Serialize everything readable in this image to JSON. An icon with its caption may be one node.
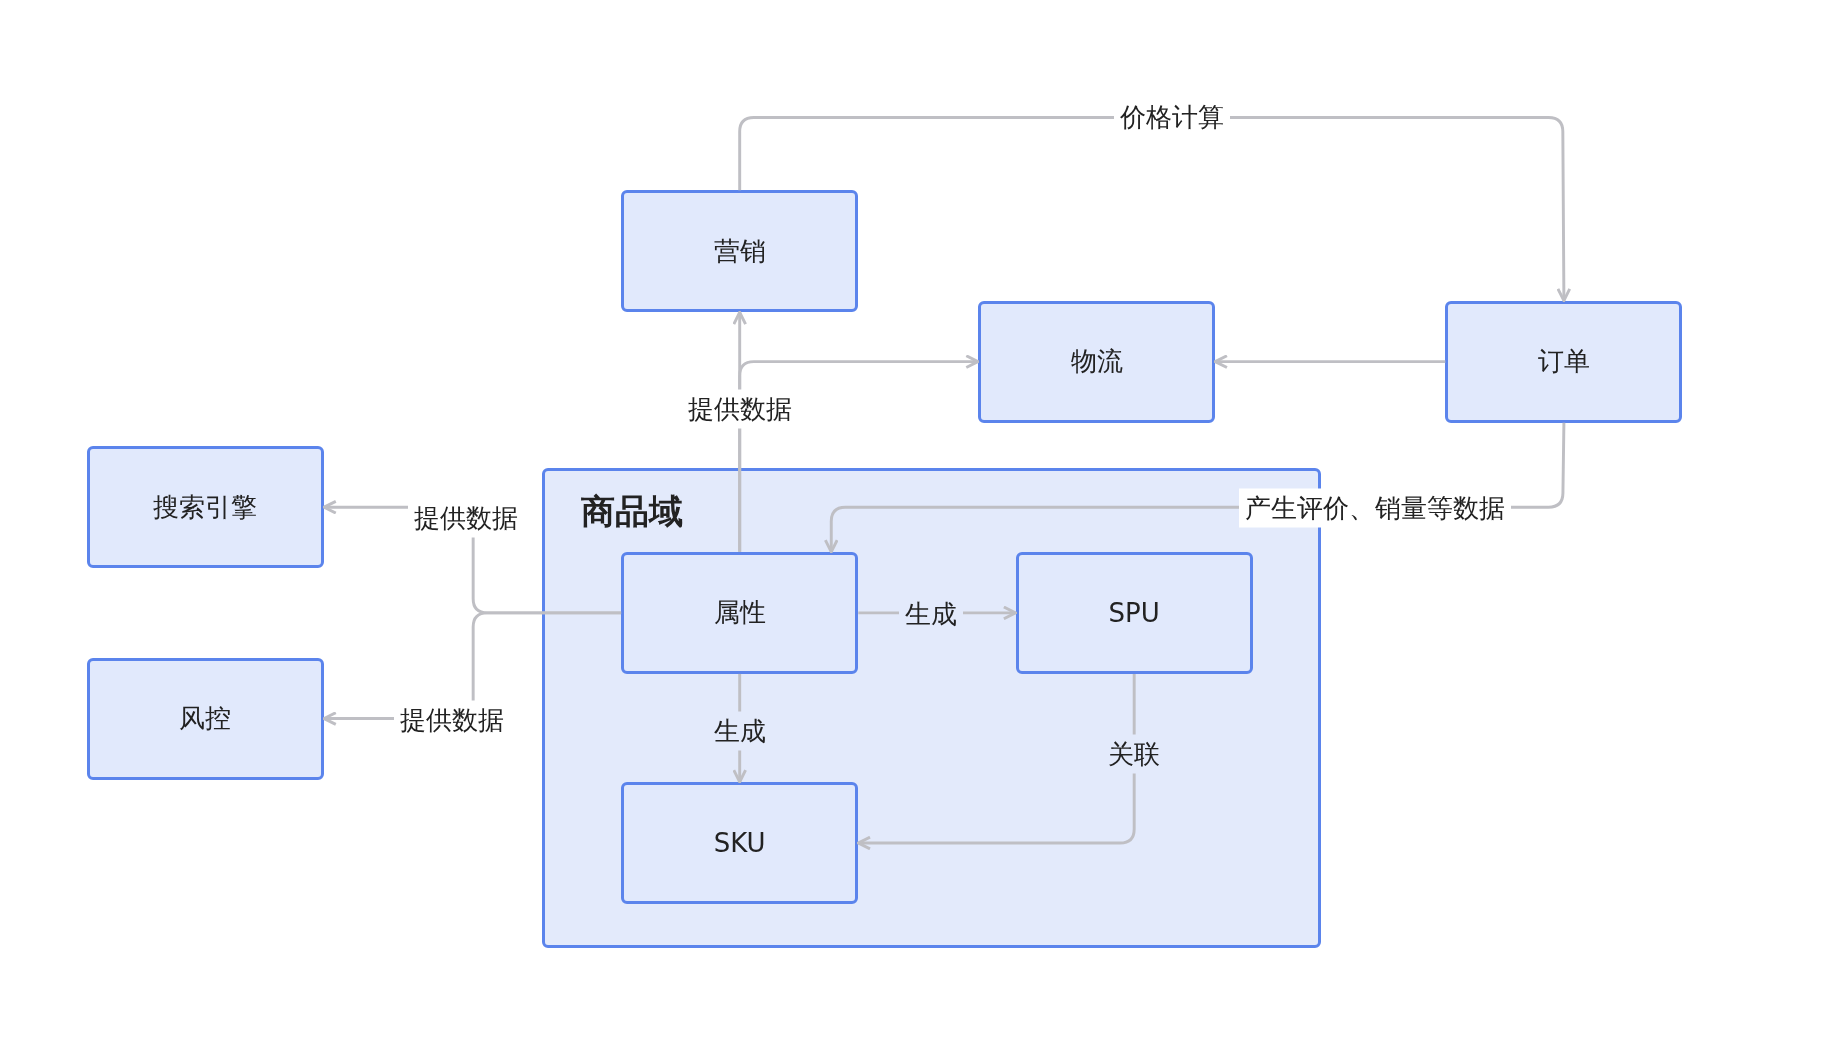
{
  "diagram": {
    "nodes": [
      {
        "text": [
          "营销"
        ]
      },
      {
        "text": [
          "物流"
        ]
      },
      {
        "text": [
          "订单"
        ]
      },
      {
        "text": [
          "搜索引擎"
        ]
      },
      {
        "text": [
          "商品域"
        ]
      },
      {
        "text": [
          "属性"
        ],
        "in": 4
      },
      {
        "text": [
          "SPU"
        ],
        "in": 4
      },
      {
        "text": [
          "风控"
        ]
      },
      {
        "text": [
          "SKU"
        ],
        "in": 4
      }
    ],
    "edges": [
      {
        "from": 0,
        "to": 2,
        "arrow": "to",
        "label": "价格计算"
      },
      {
        "from": 2,
        "to": 1,
        "arrow": "to"
      },
      {
        "from": 5,
        "to": 0,
        "arrow": "to",
        "label": "提供数据"
      },
      {
        "from": 5,
        "to": 1,
        "arrow": "to"
      },
      {
        "from": 2,
        "to": 5,
        "arrow": "to",
        "label": "产生评价、销量等数据"
      },
      {
        "from": 5,
        "to": 3,
        "arrow": "to",
        "label": "提供数据"
      },
      {
        "from": 5,
        "to": 7,
        "arrow": "to",
        "label": "提供数据"
      },
      {
        "from": 5,
        "to": 6,
        "arrow": "to",
        "label": "生成"
      },
      {
        "from": 5,
        "to": 8,
        "arrow": "to",
        "label": "生成"
      },
      {
        "from": 6,
        "to": 8,
        "arrow": "to",
        "label": "关联"
      }
    ]
  }
}
